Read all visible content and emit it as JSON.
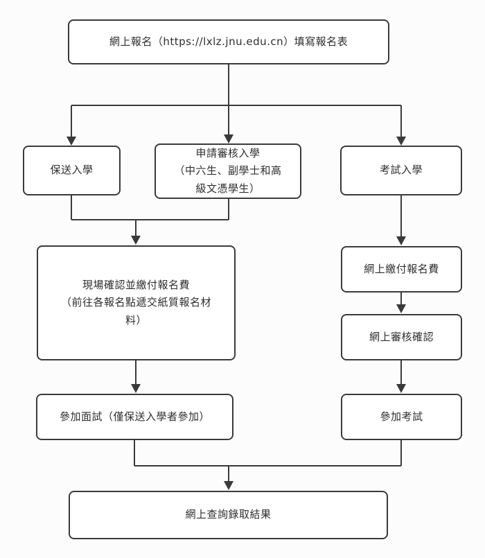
{
  "diagram": {
    "type": "flowchart",
    "direction": "top-down",
    "topic": "admission-registration-process"
  },
  "style": {
    "line_color": "#3a3a3a",
    "box_border_color": "#3a3a3a",
    "box_fill": "#ffffff",
    "text_color": "#2e2e2e",
    "background": "#fcfcfc"
  },
  "nodes": {
    "online_registration": {
      "lines": [
        "網上報名（https://lxlz.jnu.edu.cn）填寫報名表"
      ]
    },
    "recommended_admission": {
      "lines": [
        "保送入學"
      ]
    },
    "application_review_admission": {
      "lines": [
        "申請審核入學",
        "（中六生、副學士和高",
        "級文憑學生）"
      ]
    },
    "exam_admission": {
      "lines": [
        "考試入學"
      ]
    },
    "onsite_confirmation": {
      "lines": [
        "現場確認並繳付報名費",
        "（前往各報名點遞交紙質報名材",
        "料）"
      ]
    },
    "online_pay_fee": {
      "lines": [
        "網上繳付報名費"
      ]
    },
    "online_review_confirm": {
      "lines": [
        "網上審核確認"
      ]
    },
    "attend_interview": {
      "lines": [
        "參加面試（僅保送入學者參加）"
      ]
    },
    "attend_exam": {
      "lines": [
        "參加考試"
      ]
    },
    "check_results": {
      "lines": [
        "網上查詢錄取結果"
      ]
    }
  },
  "edges": [
    {
      "from": "online_registration",
      "to": "recommended_admission"
    },
    {
      "from": "online_registration",
      "to": "application_review_admission"
    },
    {
      "from": "online_registration",
      "to": "exam_admission"
    },
    {
      "from": "recommended_admission",
      "to": "onsite_confirmation"
    },
    {
      "from": "application_review_admission",
      "to": "onsite_confirmation"
    },
    {
      "from": "exam_admission",
      "to": "online_pay_fee"
    },
    {
      "from": "online_pay_fee",
      "to": "online_review_confirm"
    },
    {
      "from": "online_review_confirm",
      "to": "attend_exam"
    },
    {
      "from": "onsite_confirmation",
      "to": "attend_interview"
    },
    {
      "from": "attend_interview",
      "to": "check_results"
    },
    {
      "from": "attend_exam",
      "to": "check_results"
    }
  ]
}
